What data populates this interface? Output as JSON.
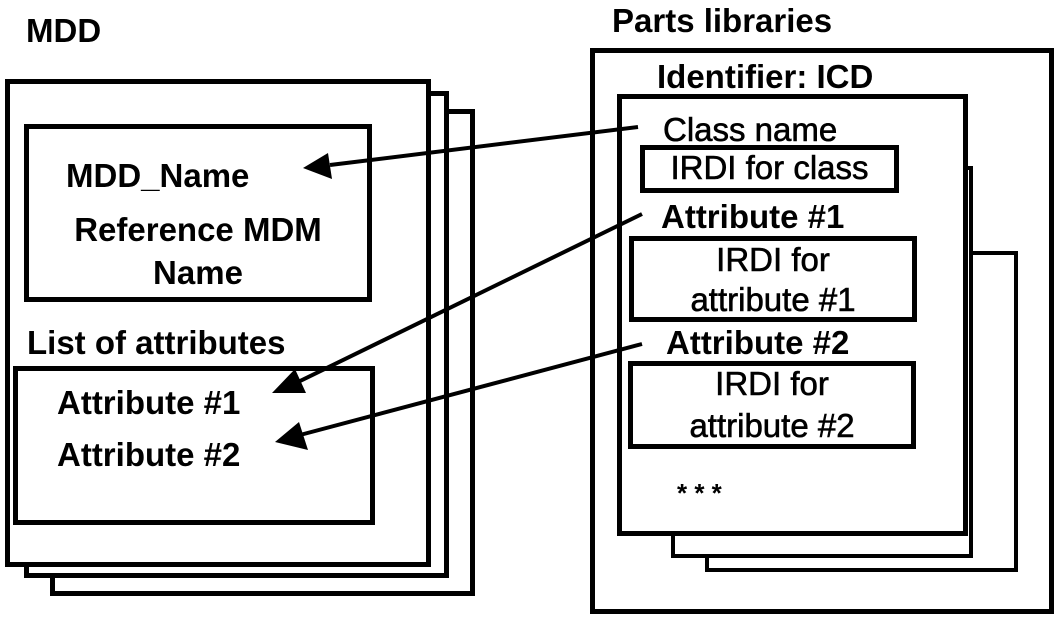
{
  "mdd": {
    "title": "MDD",
    "name_box": {
      "line1": "MDD_Name",
      "line2": "Reference MDM",
      "line3": "Name"
    },
    "list_label": "List of attributes",
    "attributes": [
      "Attribute #1",
      "Attribute #2"
    ]
  },
  "parts_libraries": {
    "title": "Parts libraries",
    "identifier": "Identifier: ICD",
    "class_name": "Class name",
    "irdi_class": "IRDI for class",
    "attribute1": "Attribute #1",
    "irdi_attr1": {
      "line1": "IRDI for",
      "line2": "attribute #1"
    },
    "attribute2": "Attribute #2",
    "irdi_attr2": {
      "line1": "IRDI for",
      "line2": "attribute #2"
    },
    "ellipsis": "* * *"
  },
  "arrows": [
    {
      "from": "parts-class-name",
      "to": "mdd-name"
    },
    {
      "from": "parts-attribute-1",
      "to": "mdd-attribute-1"
    },
    {
      "from": "parts-attribute-2",
      "to": "mdd-attribute-2"
    }
  ]
}
